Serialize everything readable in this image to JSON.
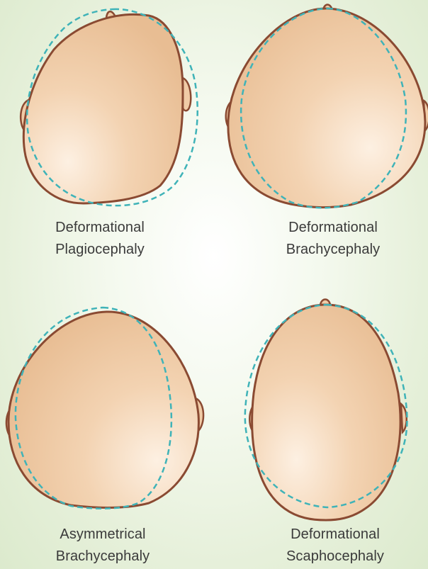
{
  "colors": {
    "skin_light": "#fbe9d8",
    "skin_mid": "#f2cfac",
    "skin_dark": "#e9bf96",
    "outline": "#8a4a32",
    "normal_contour": "#3fb3b8",
    "background": "#e4efd7"
  },
  "panels": [
    {
      "id": "plagiocephaly",
      "line1": "Deformational",
      "line2": "Plagiocephaly"
    },
    {
      "id": "brachycephaly",
      "line1": "Deformational",
      "line2": "Brachycephaly"
    },
    {
      "id": "asymmetrical-brachycephaly",
      "line1": "Asymmetrical",
      "line2": "Brachycephaly"
    },
    {
      "id": "scaphocephaly",
      "line1": "Deformational",
      "line2": "Scaphocephaly"
    }
  ]
}
